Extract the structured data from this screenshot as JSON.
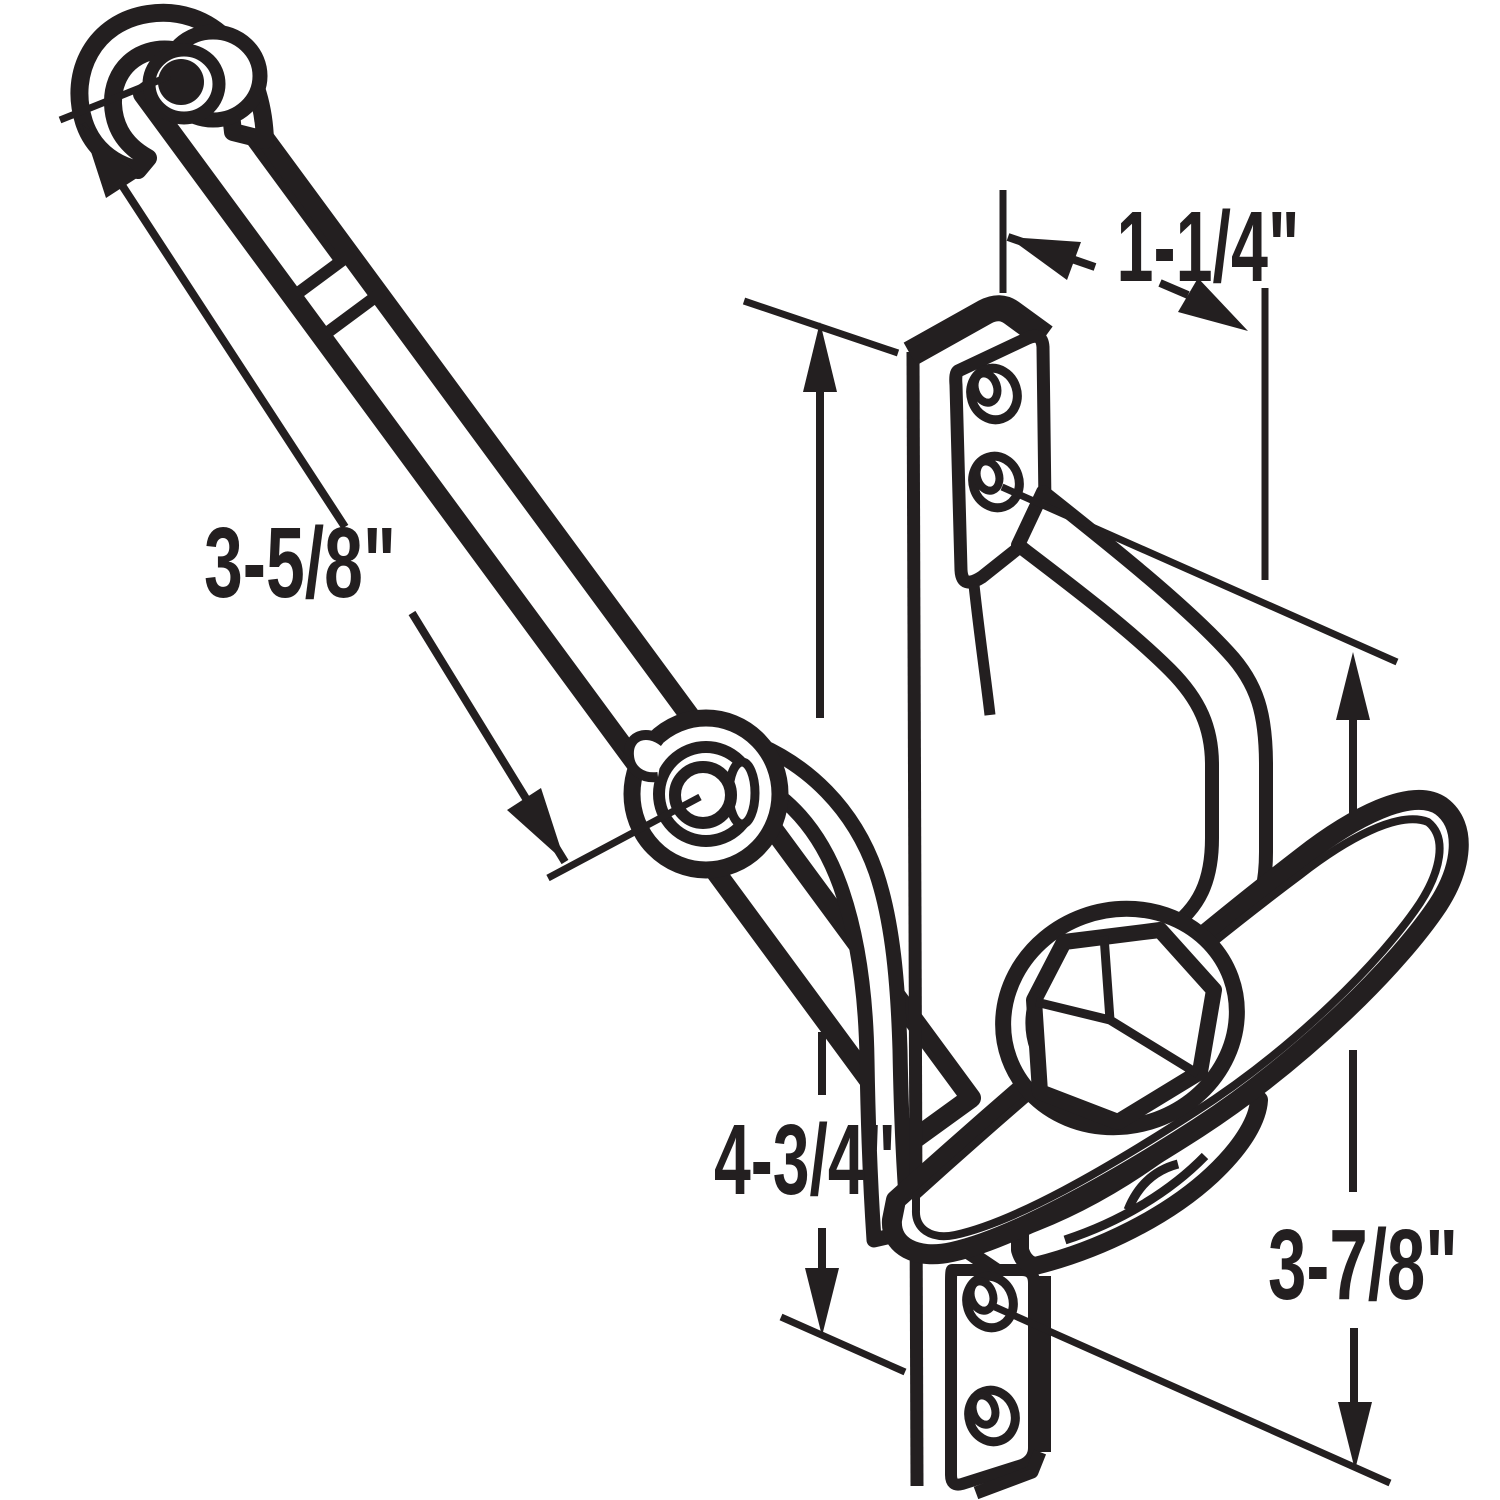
{
  "diagram": {
    "type": "technical-line-drawing",
    "subject": "window operator with pivot arm, mounting bracket and crank handle",
    "background_color": "#ffffff",
    "line_color": "#231f20",
    "dimensions": {
      "arm_length": "3-5/8\"",
      "bracket_depth": "1-1/4\"",
      "overall_height": "4-3/4\"",
      "hole_spacing": "3-7/8\""
    }
  }
}
